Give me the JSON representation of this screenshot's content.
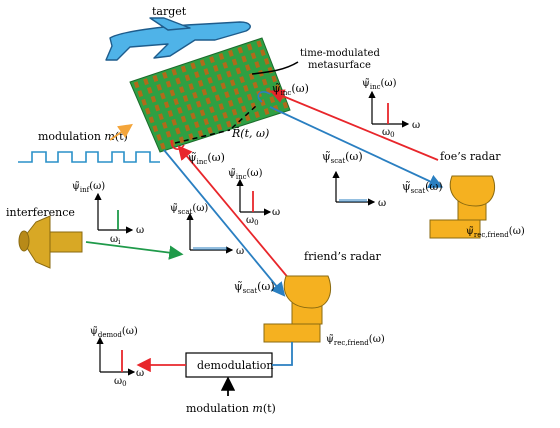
{
  "labels": {
    "target": "target",
    "metasurface_line1": "time-modulated",
    "metasurface_line2": "metasurface",
    "modulation_top_prefix": "modulation ",
    "modulation_m": "m",
    "modulation_t": "(t)",
    "interference": "interference",
    "foes_radar": "foe’s radar",
    "friends_radar": "friend’s radar",
    "demodulation": "demodulation",
    "modulation_bottom_prefix": "modulation ",
    "distance_R": "R̃(t, ω)",
    "omega": "ω",
    "omega_0": "ω",
    "omega_0_sub": "0",
    "omega_i": "ω",
    "omega_i_sub": "i"
  },
  "spectra": {
    "psi_inc": "ψ̃",
    "psi_inc_sub": "inc",
    "psi_scat": "ψ̃",
    "psi_scat_sub": "scat",
    "psi_inf": "ψ̃",
    "psi_inf_sub": "inf",
    "psi_demod": "ψ̃",
    "psi_demod_sub": "demod",
    "psi_rec": "ψ̃",
    "psi_rec_sub": "rec,friend",
    "arg": "(ω)"
  },
  "colors": {
    "green_board": "#2ea043",
    "stripe": "#b06a1a",
    "airplane": "#4fb3e8",
    "radar": "#f5b120",
    "horn": "#d8a825",
    "red": "#e8262b",
    "blue": "#2a7fc1",
    "arrow_green": "#1f9a4a",
    "orange_arrow": "#f4a53a"
  }
}
